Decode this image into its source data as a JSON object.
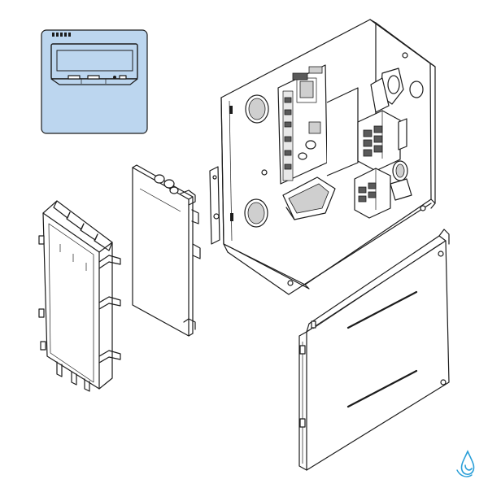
{
  "colors": {
    "line": "#1c1c1c",
    "remote_body": "#bcd6ef",
    "logo_blue": "#2a9fd8",
    "background": "#ffffff"
  },
  "icons": {
    "brand_logo": "droplet-logo-icon"
  },
  "components": [
    {
      "id": "remote-controller"
    },
    {
      "id": "rear-terminal-housing"
    },
    {
      "id": "circuit-board"
    },
    {
      "id": "control-box-chassis"
    },
    {
      "id": "front-cover-panel"
    }
  ]
}
